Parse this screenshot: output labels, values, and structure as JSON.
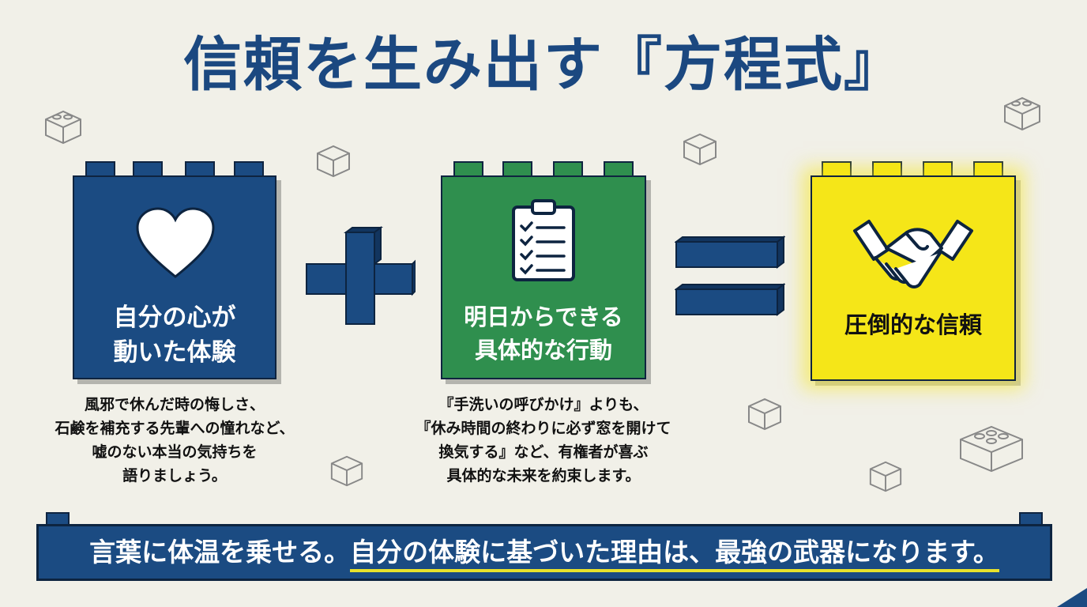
{
  "title": "信頼を生み出す『方程式』",
  "bricks": [
    {
      "label_lines": [
        "自分の心が",
        "動いた体験"
      ],
      "icon": "heart-icon",
      "color": "#1b4b82",
      "description_lines": [
        "風邪で休んだ時の悔しさ、",
        "石鹸を補充する先輩への憧れなど、",
        "嘘のない本当の気持ちを",
        "語りましょう。"
      ]
    },
    {
      "label_lines": [
        "明日からできる",
        "具体的な行動"
      ],
      "icon": "clipboard-checklist-icon",
      "color": "#2f8f4e",
      "description_lines": [
        "『手洗いの呼びかけ』よりも、",
        "『休み時間の終わりに必ず窓を開けて",
        "換気する』など、有権者が喜ぶ",
        "具体的な未来を約束します。"
      ]
    },
    {
      "label_lines": [
        "圧倒的な信頼"
      ],
      "icon": "handshake-icon",
      "color": "#f5e618"
    }
  ],
  "operators": {
    "plus": "plus-icon",
    "equals": "equals-icon"
  },
  "banner": {
    "text_plain": "言葉に体温を乗せる。",
    "text_highlight": "自分の体験に基づいた理由は、最強の武器になります。"
  }
}
